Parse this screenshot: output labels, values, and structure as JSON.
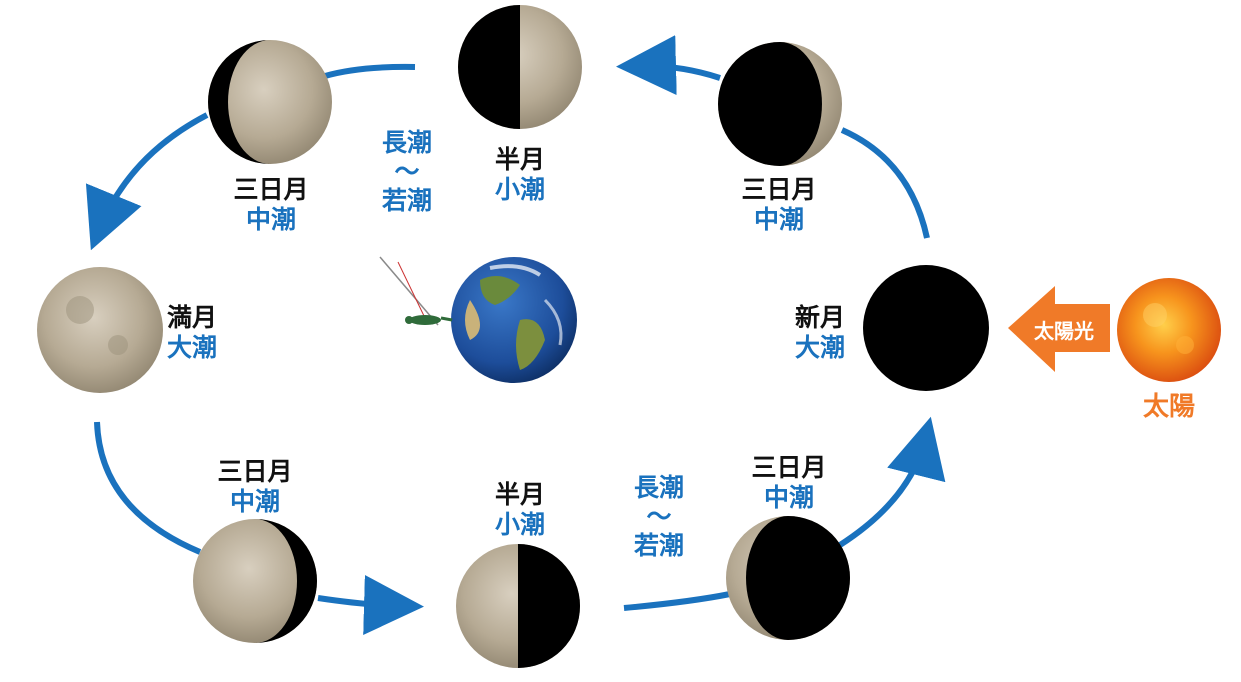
{
  "colors": {
    "arrow": "#1a72be",
    "tide_text": "#1a72be",
    "phase_text": "#111111",
    "sun_text": "#f07a28",
    "sunlight_arrow": "#f07a28",
    "moon_lit": "#b9ad98",
    "moon_dark": "#000000"
  },
  "moons": {
    "top_half": {
      "phase": "半月",
      "tide": "小潮"
    },
    "top_left_crescent": {
      "phase": "三日月",
      "tide": "中潮"
    },
    "top_right_crescent": {
      "phase": "三日月",
      "tide": "中潮"
    },
    "full": {
      "phase": "満月",
      "tide": "大潮"
    },
    "new": {
      "phase": "新月",
      "tide": "大潮"
    },
    "bottom_left_crescent": {
      "phase": "三日月",
      "tide": "中潮"
    },
    "bottom_half": {
      "phase": "半月",
      "tide": "小潮"
    },
    "bottom_right_crescent": {
      "phase": "三日月",
      "tide": "中潮"
    }
  },
  "transitions": {
    "upper": {
      "line1": "長潮",
      "line2": "～",
      "line3": "若潮"
    },
    "lower": {
      "line1": "長潮",
      "line2": "～",
      "line3": "若潮"
    }
  },
  "sun": {
    "label": "太陽",
    "light_label": "太陽光"
  },
  "icons": [
    "earth-icon",
    "sun-icon",
    "moon-icon",
    "fishing-figure-icon"
  ]
}
